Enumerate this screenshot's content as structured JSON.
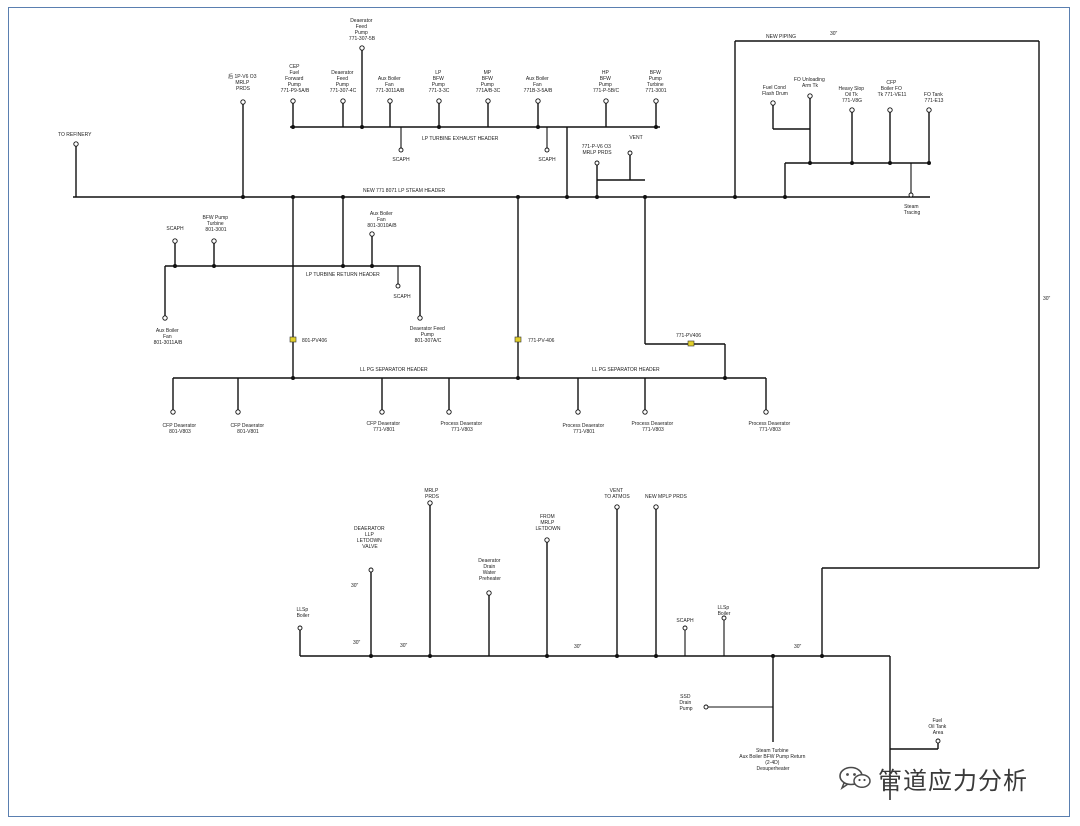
{
  "labels": {
    "deaerator_feed_pump_top": [
      "Deaerator",
      "Feed",
      "Pump",
      "771-307-5B"
    ],
    "mlp_vc3_top": [
      "后 1P-V6 O3",
      "MRLP",
      "PRDS"
    ],
    "cep_fuel_forward": [
      "CEP",
      "Fuel",
      "Forward",
      "Pump",
      "771-P9-5A/B"
    ],
    "deaerator_feed_pump_2": [
      "Deaerator",
      "Feed",
      "Pump",
      "771-307-4C"
    ],
    "aux_boiler_fan_1": [
      "Aux Boiler",
      "Fan",
      "771-3011A/B"
    ],
    "lp_bfw_pump": [
      "LP",
      "BFW",
      "Pump",
      "771-3-3C"
    ],
    "mp_bfw_pump": [
      "MP",
      "BFW",
      "Pump",
      "771A/B-3C"
    ],
    "aux_boiler_fan_2": [
      "Aux Boiler",
      "Fan",
      "771B-3-5A/B"
    ],
    "hp_bfw_pump": [
      "HP",
      "BFW",
      "Pump",
      "771-P-5B/C"
    ],
    "bfw_pump_turbine": [
      "BFW",
      "Pump",
      "Turbine",
      "771-3001"
    ],
    "to_refinery": "TO REFINERY",
    "lp_turbine_exhaust_header": "LP TURBINE EXHAUST HEADER",
    "scaph_1": "SCAPH",
    "scaph_2": "SCAPH",
    "mlp_vs_03": [
      "771-P-V6 O3",
      "MRLP PRDS"
    ],
    "vent_1": "VENT",
    "nlp_header": "NEW 771 8071 LP STEAM HEADER",
    "new_pipe_top": "NEW PIPING",
    "size_top": "30\"",
    "fo_unloading_arm": [
      "FO Unloading",
      "Arm Tk"
    ],
    "fuel_cond_flash_drum": [
      "Fuel Cond",
      "Flash Drum"
    ],
    "heavy_slop_oil": [
      "Heavy Slop",
      "Oil Tk",
      "771-V8G"
    ],
    "cfp_boiler_fo": [
      "CFP",
      "Boiler FO",
      "Tk 771-VE11"
    ],
    "fo_tank": [
      "FO Tank",
      "771-E13"
    ],
    "steam_tracing": [
      "Steam",
      "Tracing"
    ],
    "scaph_3": "SCAPH",
    "bfw_pump_turbine_2": [
      "BFW Pump",
      "Turbine",
      "801-3001"
    ],
    "aux_boiler_fan_3": [
      "Aux Boiler",
      "Fan",
      "801-3010A/B"
    ],
    "lp_turbine_return_header": "LP TURBINE RETURN HEADER",
    "scaph_4": "SCAPH",
    "aux_boiler_fan_4": [
      "Aux Boiler",
      "Fan",
      "801-3011A/B"
    ],
    "deaerator_feed_pump_3": [
      "Deaerator Feed",
      "Pump",
      "801-307A/C"
    ],
    "pv_801": "801-PV406",
    "pv_771": "771-PV-406",
    "pv_771b": "771-PV406",
    "size_right": "30\"",
    "lp_separator_header_1": "LL PG SEPARATOR HEADER",
    "lp_separator_header_2": "LL PG SEPARATOR HEADER",
    "cfp_deaerator_1": [
      "CFP Deaerator",
      "801-V803"
    ],
    "cfp_deaerator_2": [
      "CFP Deaerator",
      "801-V801"
    ],
    "cfp_deaerator_3": [
      "CFP Deaerator",
      "771-V801"
    ],
    "process_deaerator_1": [
      "Process Deaerator",
      "771-V803"
    ],
    "process_deaerator_2": [
      "Process Deaerator",
      "771-V801"
    ],
    "process_deaerator_3": [
      "Process Deaerator",
      "771-V803"
    ],
    "process_deaerator_4": [
      "Process Deaerator",
      "771-V803"
    ],
    "mrlp_prds": [
      "MRLP",
      "PRDS"
    ],
    "vent_to_atmos": [
      "VENT",
      "TO ATMOS"
    ],
    "new_mplp_prds": "NEW MPLP PRDS",
    "deaerator_llp_letdown": [
      "DEAERATOR",
      "LLP",
      "LETDOWN",
      "VALVE"
    ],
    "from_mrlp_letdown": [
      "FROM",
      "MRLP",
      "LETDOWN"
    ],
    "deaerator_drain_water_preheater": [
      "Deaerator",
      "Drain",
      "Water",
      "Preheater"
    ],
    "size_1": "30\"",
    "size_2": "30\"",
    "size_3": "30\"",
    "size_4": "30\"",
    "size_5": "30\"",
    "llsp_boiler_1": [
      "LLSp",
      "Boiler"
    ],
    "scaph_5": "SCAPH",
    "llsp_boiler_2": [
      "LLSp",
      "Boiler"
    ],
    "ssd_drain_pump": [
      "SSD",
      "Drain",
      "Pump"
    ],
    "steam_turbine_aux": [
      "Steam Turbine",
      "Aux Boiler BFW Pump Return",
      "(2-4D)",
      "Desuperheater"
    ],
    "fuel_oil_tank_area": [
      "Fuel",
      "Oil Tank",
      "Area"
    ]
  },
  "watermark": {
    "text": "管道应力分析",
    "icon": "wechat-icon"
  }
}
